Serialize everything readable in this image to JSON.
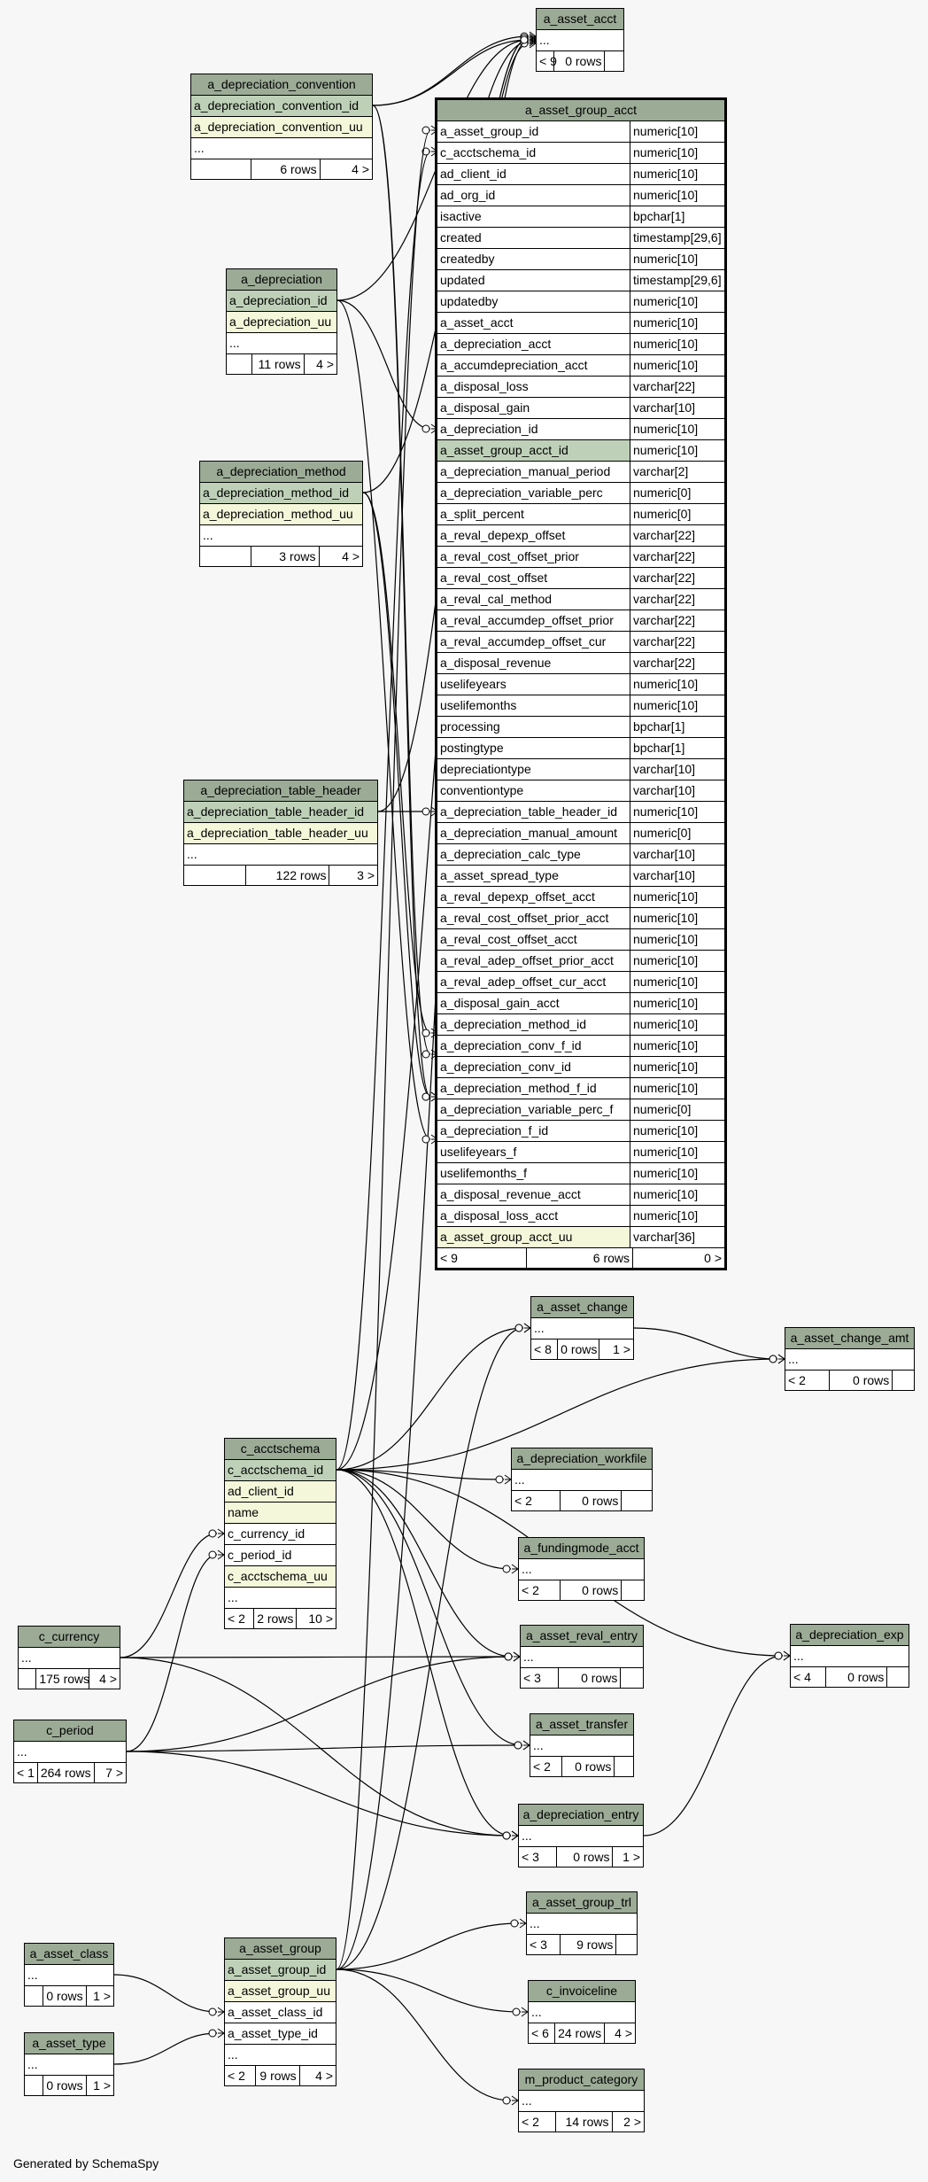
{
  "generated_by": "Generated by SchemaSpy",
  "tables": [
    {
      "id": "a_asset_acct",
      "name": "a_asset_acct",
      "rows": [
        {
          "text": "...",
          "kind": "plain"
        }
      ],
      "footer": [
        "< 9",
        "0 rows",
        ""
      ]
    },
    {
      "id": "a_depreciation_convention",
      "name": "a_depreciation_convention",
      "rows": [
        {
          "text": "a_depreciation_convention_id",
          "kind": "pk"
        },
        {
          "text": "a_depreciation_convention_uu",
          "kind": "uk"
        },
        {
          "text": "...",
          "kind": "plain"
        }
      ],
      "footer": [
        "",
        "6 rows",
        "4 >"
      ]
    },
    {
      "id": "a_depreciation",
      "name": "a_depreciation",
      "rows": [
        {
          "text": "a_depreciation_id",
          "kind": "pk"
        },
        {
          "text": "a_depreciation_uu",
          "kind": "uk"
        },
        {
          "text": "...",
          "kind": "plain"
        }
      ],
      "footer": [
        "",
        "11 rows",
        "4 >"
      ]
    },
    {
      "id": "a_depreciation_method",
      "name": "a_depreciation_method",
      "rows": [
        {
          "text": "a_depreciation_method_id",
          "kind": "pk"
        },
        {
          "text": "a_depreciation_method_uu",
          "kind": "uk"
        },
        {
          "text": "...",
          "kind": "plain"
        }
      ],
      "footer": [
        "",
        "3 rows",
        "4 >"
      ]
    },
    {
      "id": "a_depreciation_table_header",
      "name": "a_depreciation_table_header",
      "rows": [
        {
          "text": "a_depreciation_table_header_id",
          "kind": "pk"
        },
        {
          "text": "a_depreciation_table_header_uu",
          "kind": "uk"
        },
        {
          "text": "...",
          "kind": "plain"
        }
      ],
      "footer": [
        "",
        "122 rows",
        "3 >"
      ]
    },
    {
      "id": "a_asset_group_acct",
      "name": "a_asset_group_acct",
      "focus": true,
      "columns": [
        [
          "a_asset_group_id",
          "numeric[10]",
          "plain"
        ],
        [
          "c_acctschema_id",
          "numeric[10]",
          "plain"
        ],
        [
          "ad_client_id",
          "numeric[10]",
          "plain"
        ],
        [
          "ad_org_id",
          "numeric[10]",
          "plain"
        ],
        [
          "isactive",
          "bpchar[1]",
          "plain"
        ],
        [
          "created",
          "timestamp[29,6]",
          "plain"
        ],
        [
          "createdby",
          "numeric[10]",
          "plain"
        ],
        [
          "updated",
          "timestamp[29,6]",
          "plain"
        ],
        [
          "updatedby",
          "numeric[10]",
          "plain"
        ],
        [
          "a_asset_acct",
          "numeric[10]",
          "plain"
        ],
        [
          "a_depreciation_acct",
          "numeric[10]",
          "plain"
        ],
        [
          "a_accumdepreciation_acct",
          "numeric[10]",
          "plain"
        ],
        [
          "a_disposal_loss",
          "varchar[22]",
          "plain"
        ],
        [
          "a_disposal_gain",
          "varchar[10]",
          "plain"
        ],
        [
          "a_depreciation_id",
          "numeric[10]",
          "plain"
        ],
        [
          "a_asset_group_acct_id",
          "numeric[10]",
          "pk"
        ],
        [
          "a_depreciation_manual_period",
          "varchar[2]",
          "plain"
        ],
        [
          "a_depreciation_variable_perc",
          "numeric[0]",
          "plain"
        ],
        [
          "a_split_percent",
          "numeric[0]",
          "plain"
        ],
        [
          "a_reval_depexp_offset",
          "varchar[22]",
          "plain"
        ],
        [
          "a_reval_cost_offset_prior",
          "varchar[22]",
          "plain"
        ],
        [
          "a_reval_cost_offset",
          "varchar[22]",
          "plain"
        ],
        [
          "a_reval_cal_method",
          "varchar[22]",
          "plain"
        ],
        [
          "a_reval_accumdep_offset_prior",
          "varchar[22]",
          "plain"
        ],
        [
          "a_reval_accumdep_offset_cur",
          "varchar[22]",
          "plain"
        ],
        [
          "a_disposal_revenue",
          "varchar[22]",
          "plain"
        ],
        [
          "uselifeyears",
          "numeric[10]",
          "plain"
        ],
        [
          "uselifemonths",
          "numeric[10]",
          "plain"
        ],
        [
          "processing",
          "bpchar[1]",
          "plain"
        ],
        [
          "postingtype",
          "bpchar[1]",
          "plain"
        ],
        [
          "depreciationtype",
          "varchar[10]",
          "plain"
        ],
        [
          "conventiontype",
          "varchar[10]",
          "plain"
        ],
        [
          "a_depreciation_table_header_id",
          "numeric[10]",
          "plain"
        ],
        [
          "a_depreciation_manual_amount",
          "numeric[0]",
          "plain"
        ],
        [
          "a_depreciation_calc_type",
          "varchar[10]",
          "plain"
        ],
        [
          "a_asset_spread_type",
          "varchar[10]",
          "plain"
        ],
        [
          "a_reval_depexp_offset_acct",
          "numeric[10]",
          "plain"
        ],
        [
          "a_reval_cost_offset_prior_acct",
          "numeric[10]",
          "plain"
        ],
        [
          "a_reval_cost_offset_acct",
          "numeric[10]",
          "plain"
        ],
        [
          "a_reval_adep_offset_prior_acct",
          "numeric[10]",
          "plain"
        ],
        [
          "a_reval_adep_offset_cur_acct",
          "numeric[10]",
          "plain"
        ],
        [
          "a_disposal_gain_acct",
          "numeric[10]",
          "plain"
        ],
        [
          "a_depreciation_method_id",
          "numeric[10]",
          "plain"
        ],
        [
          "a_depreciation_conv_f_id",
          "numeric[10]",
          "plain"
        ],
        [
          "a_depreciation_conv_id",
          "numeric[10]",
          "plain"
        ],
        [
          "a_depreciation_method_f_id",
          "numeric[10]",
          "plain"
        ],
        [
          "a_depreciation_variable_perc_f",
          "numeric[0]",
          "plain"
        ],
        [
          "a_depreciation_f_id",
          "numeric[10]",
          "plain"
        ],
        [
          "uselifeyears_f",
          "numeric[10]",
          "plain"
        ],
        [
          "uselifemonths_f",
          "numeric[10]",
          "plain"
        ],
        [
          "a_disposal_revenue_acct",
          "numeric[10]",
          "plain"
        ],
        [
          "a_disposal_loss_acct",
          "numeric[10]",
          "plain"
        ],
        [
          "a_asset_group_acct_uu",
          "varchar[36]",
          "uk"
        ]
      ],
      "footer": [
        "< 9",
        "6 rows",
        "0 >"
      ]
    },
    {
      "id": "a_asset_change",
      "name": "a_asset_change",
      "rows": [
        {
          "text": "...",
          "kind": "plain"
        }
      ],
      "footer": [
        "< 8",
        "0 rows",
        "1 >"
      ]
    },
    {
      "id": "a_asset_change_amt",
      "name": "a_asset_change_amt",
      "rows": [
        {
          "text": "...",
          "kind": "plain"
        }
      ],
      "footer": [
        "< 2",
        "0 rows",
        ""
      ]
    },
    {
      "id": "c_acctschema",
      "name": "c_acctschema",
      "rows": [
        {
          "text": "c_acctschema_id",
          "kind": "pk"
        },
        {
          "text": "ad_client_id",
          "kind": "uk"
        },
        {
          "text": "name",
          "kind": "uk"
        },
        {
          "text": "c_currency_id",
          "kind": "plain"
        },
        {
          "text": "c_period_id",
          "kind": "plain"
        },
        {
          "text": "c_acctschema_uu",
          "kind": "uk"
        },
        {
          "text": "...",
          "kind": "plain"
        }
      ],
      "footer": [
        "< 2",
        "2 rows",
        "10 >"
      ]
    },
    {
      "id": "a_depreciation_workfile",
      "name": "a_depreciation_workfile",
      "rows": [
        {
          "text": "...",
          "kind": "plain"
        }
      ],
      "footer": [
        "< 2",
        "0 rows",
        ""
      ]
    },
    {
      "id": "a_fundingmode_acct",
      "name": "a_fundingmode_acct",
      "rows": [
        {
          "text": "...",
          "kind": "plain"
        }
      ],
      "footer": [
        "< 2",
        "0 rows",
        ""
      ]
    },
    {
      "id": "c_currency",
      "name": "c_currency",
      "rows": [
        {
          "text": "...",
          "kind": "plain"
        }
      ],
      "footer": [
        "",
        "175 rows",
        "4 >"
      ]
    },
    {
      "id": "a_asset_reval_entry",
      "name": "a_asset_reval_entry",
      "rows": [
        {
          "text": "...",
          "kind": "plain"
        }
      ],
      "footer": [
        "< 3",
        "0 rows",
        ""
      ]
    },
    {
      "id": "a_depreciation_exp",
      "name": "a_depreciation_exp",
      "rows": [
        {
          "text": "...",
          "kind": "plain"
        }
      ],
      "footer": [
        "< 4",
        "0 rows",
        ""
      ]
    },
    {
      "id": "c_period",
      "name": "c_period",
      "rows": [
        {
          "text": "...",
          "kind": "plain"
        }
      ],
      "footer": [
        "< 1",
        "264 rows",
        "7 >"
      ]
    },
    {
      "id": "a_asset_transfer",
      "name": "a_asset_transfer",
      "rows": [
        {
          "text": "...",
          "kind": "plain"
        }
      ],
      "footer": [
        "< 2",
        "0 rows",
        ""
      ]
    },
    {
      "id": "a_depreciation_entry",
      "name": "a_depreciation_entry",
      "rows": [
        {
          "text": "...",
          "kind": "plain"
        }
      ],
      "footer": [
        "< 3",
        "0 rows",
        "1 >"
      ]
    },
    {
      "id": "a_asset_group_trl",
      "name": "a_asset_group_trl",
      "rows": [
        {
          "text": "...",
          "kind": "plain"
        }
      ],
      "footer": [
        "< 3",
        "9 rows",
        ""
      ]
    },
    {
      "id": "a_asset_class",
      "name": "a_asset_class",
      "rows": [
        {
          "text": "...",
          "kind": "plain"
        }
      ],
      "footer": [
        "",
        "0 rows",
        "1 >"
      ]
    },
    {
      "id": "a_asset_group",
      "name": "a_asset_group",
      "rows": [
        {
          "text": "a_asset_group_id",
          "kind": "pk"
        },
        {
          "text": "a_asset_group_uu",
          "kind": "uk"
        },
        {
          "text": "a_asset_class_id",
          "kind": "plain"
        },
        {
          "text": "a_asset_type_id",
          "kind": "plain"
        },
        {
          "text": "...",
          "kind": "plain"
        }
      ],
      "footer": [
        "< 2",
        "9 rows",
        "4 >"
      ]
    },
    {
      "id": "c_invoiceline",
      "name": "c_invoiceline",
      "rows": [
        {
          "text": "...",
          "kind": "plain"
        }
      ],
      "footer": [
        "< 6",
        "24 rows",
        "4 >"
      ]
    },
    {
      "id": "a_asset_type",
      "name": "a_asset_type",
      "rows": [
        {
          "text": "...",
          "kind": "plain"
        }
      ],
      "footer": [
        "",
        "0 rows",
        "1 >"
      ]
    },
    {
      "id": "m_product_category",
      "name": "m_product_category",
      "rows": [
        {
          "text": "...",
          "kind": "plain"
        }
      ],
      "footer": [
        "< 2",
        "14 rows",
        "2 >"
      ]
    }
  ]
}
